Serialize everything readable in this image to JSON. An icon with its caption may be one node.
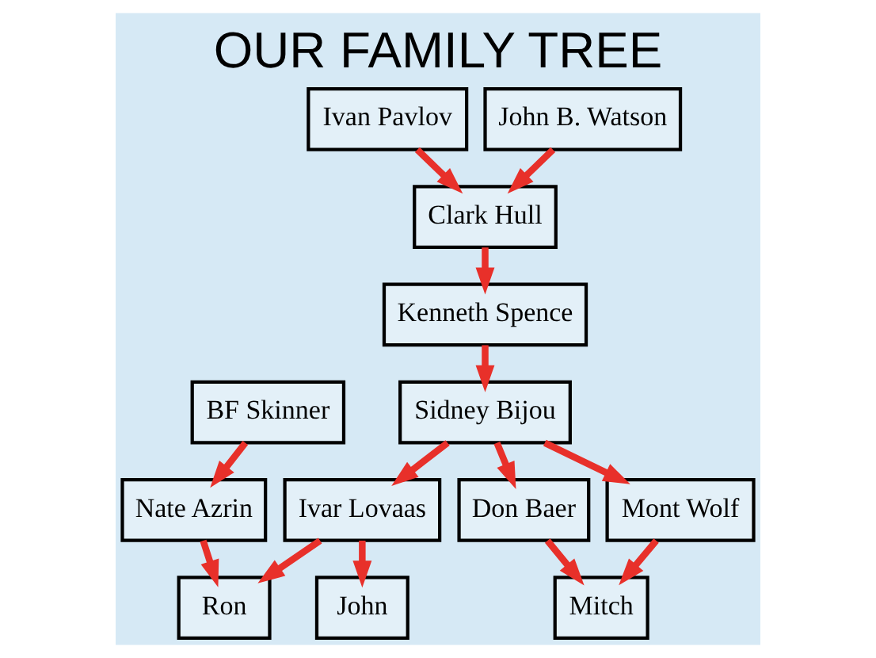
{
  "diagram": {
    "title": "OUR FAMILY TREE",
    "nodes": [
      {
        "text": [
          "Ivan Pavlov"
        ]
      },
      {
        "text": [
          "John B. Watson"
        ]
      },
      {
        "text": [
          "Clark Hull"
        ]
      },
      {
        "text": [
          "Kenneth Spence"
        ]
      },
      {
        "text": [
          "BF Skinner"
        ]
      },
      {
        "text": [
          "Sidney Bijou"
        ]
      },
      {
        "text": [
          "Nate Azrin"
        ]
      },
      {
        "text": [
          "Ivar Lovaas"
        ]
      },
      {
        "text": [
          "Mont Wolf"
        ]
      },
      {
        "text": [
          "Don Baer"
        ]
      },
      {
        "text": [
          "Ron"
        ]
      },
      {
        "text": [
          "John"
        ]
      },
      {
        "text": [
          "Mitch"
        ]
      }
    ],
    "edges": [
      {
        "from": 0,
        "to": 2,
        "arrow": "to"
      },
      {
        "from": 1,
        "to": 2,
        "arrow": "to"
      },
      {
        "from": 2,
        "to": 3,
        "arrow": "to"
      },
      {
        "from": 3,
        "to": 5,
        "arrow": "to"
      },
      {
        "from": 4,
        "to": 6,
        "arrow": "to"
      },
      {
        "from": 5,
        "to": 7,
        "arrow": "to"
      },
      {
        "from": 5,
        "to": 8,
        "arrow": "to"
      },
      {
        "from": 5,
        "to": 9,
        "arrow": "to"
      },
      {
        "from": 6,
        "to": 10,
        "arrow": "to"
      },
      {
        "from": 7,
        "to": 10,
        "arrow": "to"
      },
      {
        "from": 7,
        "to": 11,
        "arrow": "to"
      },
      {
        "from": 8,
        "to": 12,
        "arrow": "to"
      },
      {
        "from": 9,
        "to": 12,
        "arrow": "to"
      }
    ]
  }
}
